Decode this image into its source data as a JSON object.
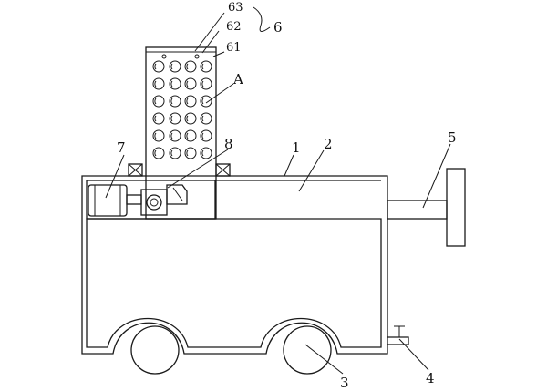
{
  "labels": {
    "l63": "63",
    "l62": "62",
    "l61": "61",
    "l6": "6",
    "lA": "A",
    "l7": "7",
    "l8": "8",
    "l1": "1",
    "l2": "2",
    "l5": "5",
    "l3": "3",
    "l4": "4"
  },
  "colors": {
    "stroke": "#1a1a1a",
    "background": "#ffffff"
  }
}
